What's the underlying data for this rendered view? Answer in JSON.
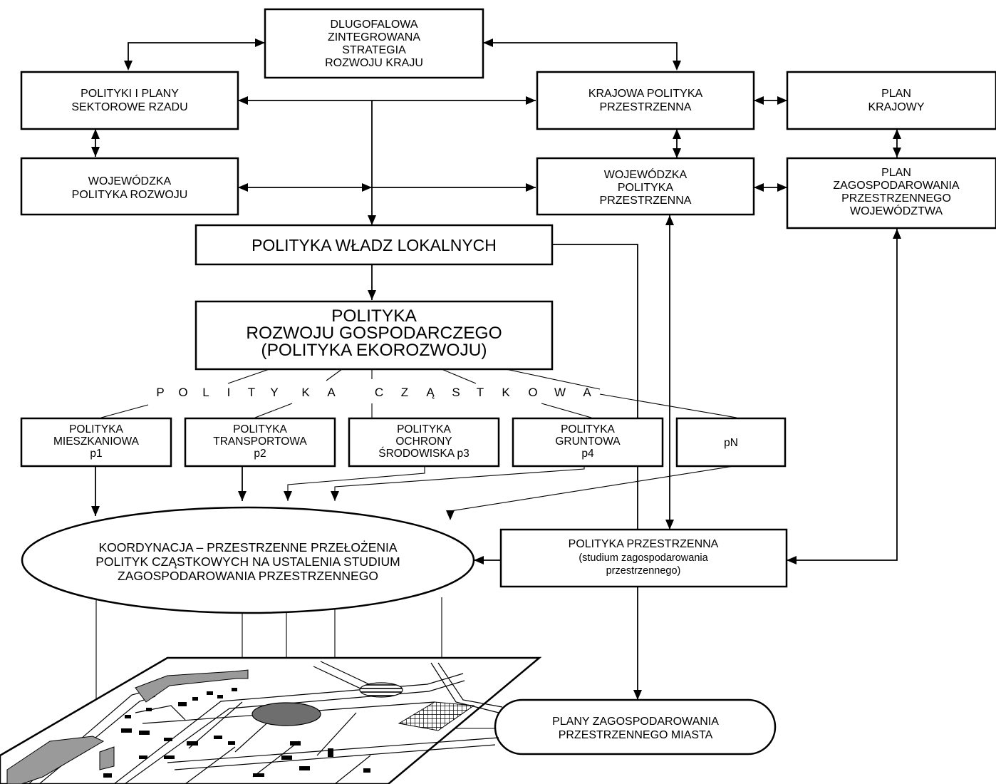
{
  "boxes": {
    "strategy": [
      "DLUGOFALOWA",
      "ZINTEGROWANA",
      "STRATEGIA",
      "ROZWOJU KRAJU"
    ],
    "sectoral": [
      "POLITYKI I PLANY",
      "SEKTOROWE RZADU"
    ],
    "national_spatial": [
      "KRAJOWA POLITYKA",
      "PRZESTRZENNA"
    ],
    "national_plan": [
      "PLAN",
      "KRAJOWY"
    ],
    "voivod_dev": [
      "WOJEWÓDZKA",
      "POLITYKA ROZWOJU"
    ],
    "voivod_spatial": [
      "WOJEWÓDZKA",
      "POLITYKA",
      "PRZESTRZENNA"
    ],
    "voivod_plan": [
      "PLAN",
      "ZAGOSPODAROWANIA",
      "PRZESTRZENNEGO",
      "WOJEWÓDZTWA"
    ],
    "local": [
      "POLITYKA WŁADZ LOKALNYCH"
    ],
    "economic": [
      "POLITYKA",
      "ROZWOJU GOSPODARCZEGO",
      "(POLITYKA EKOROZWOJU)"
    ],
    "p1": [
      "POLITYKA",
      "MIESZKANIOWA",
      "p1"
    ],
    "p2": [
      "POLITYKA",
      "TRANSPORTOWA",
      "p2"
    ],
    "p3": [
      "POLITYKA",
      "OCHRONY",
      "ŚRODOWISKA p3"
    ],
    "p4": [
      "POLITYKA",
      "GRUNTOWA",
      "p4"
    ],
    "pn": [
      "pN"
    ],
    "spatial_policy": [
      "POLITYKA PRZESTRZENNA",
      "(studium zagospodarowania",
      "przestrzennego)"
    ]
  },
  "partial_policy_letters": [
    "P",
    "O",
    "L",
    "I",
    "T",
    "Y",
    "K",
    "A",
    "C",
    "Z",
    "Ą",
    "S",
    "T",
    "K",
    "O",
    "W",
    "A"
  ],
  "coordination": [
    "KOORDYNACJA – PRZESTRZENNE PRZEŁOŻENIA",
    "POLITYK CZĄSTKOWYCH NA USTALENIA STUDIUM",
    "ZAGOSPODAROWANIA PRZESTRZENNEGO"
  ],
  "city_plans": [
    "PLANY ZAGOSPODAROWANIA",
    "PRZESTRZENNEGO MIASTA"
  ]
}
